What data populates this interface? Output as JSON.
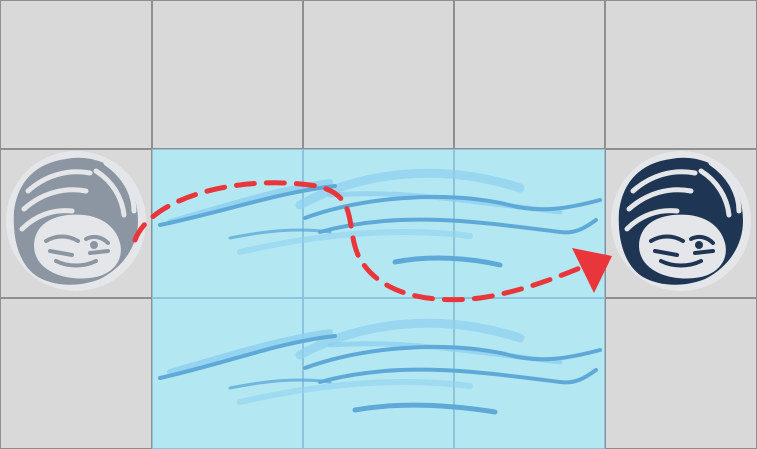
{
  "board": {
    "rows": 3,
    "columns": 5,
    "cells": [
      [
        "land",
        "land",
        "land",
        "land",
        "land"
      ],
      [
        "land",
        "river",
        "river",
        "river",
        "land"
      ],
      [
        "land",
        "river",
        "river",
        "river",
        "land"
      ]
    ]
  },
  "pieces": [
    {
      "name": "tiger",
      "row": 2,
      "column": 1,
      "state": "origin",
      "color": "#8c96a3"
    },
    {
      "name": "tiger",
      "row": 2,
      "column": 5,
      "state": "destination",
      "color": "#1f3554"
    }
  ],
  "move": {
    "from": {
      "row": 2,
      "column": 1
    },
    "to": {
      "row": 2,
      "column": 5
    },
    "style": "dashed-arrow",
    "color": "#e8363a"
  },
  "colors": {
    "land": "#d9d9d9",
    "river": "#b3e8f3",
    "wave_dark": "#5fa9d8",
    "wave_light": "#8fd0ee",
    "piece_disc": "#e4e6e9"
  },
  "icons": [
    "tiger-icon",
    "wave-icon",
    "arrow-icon"
  ]
}
